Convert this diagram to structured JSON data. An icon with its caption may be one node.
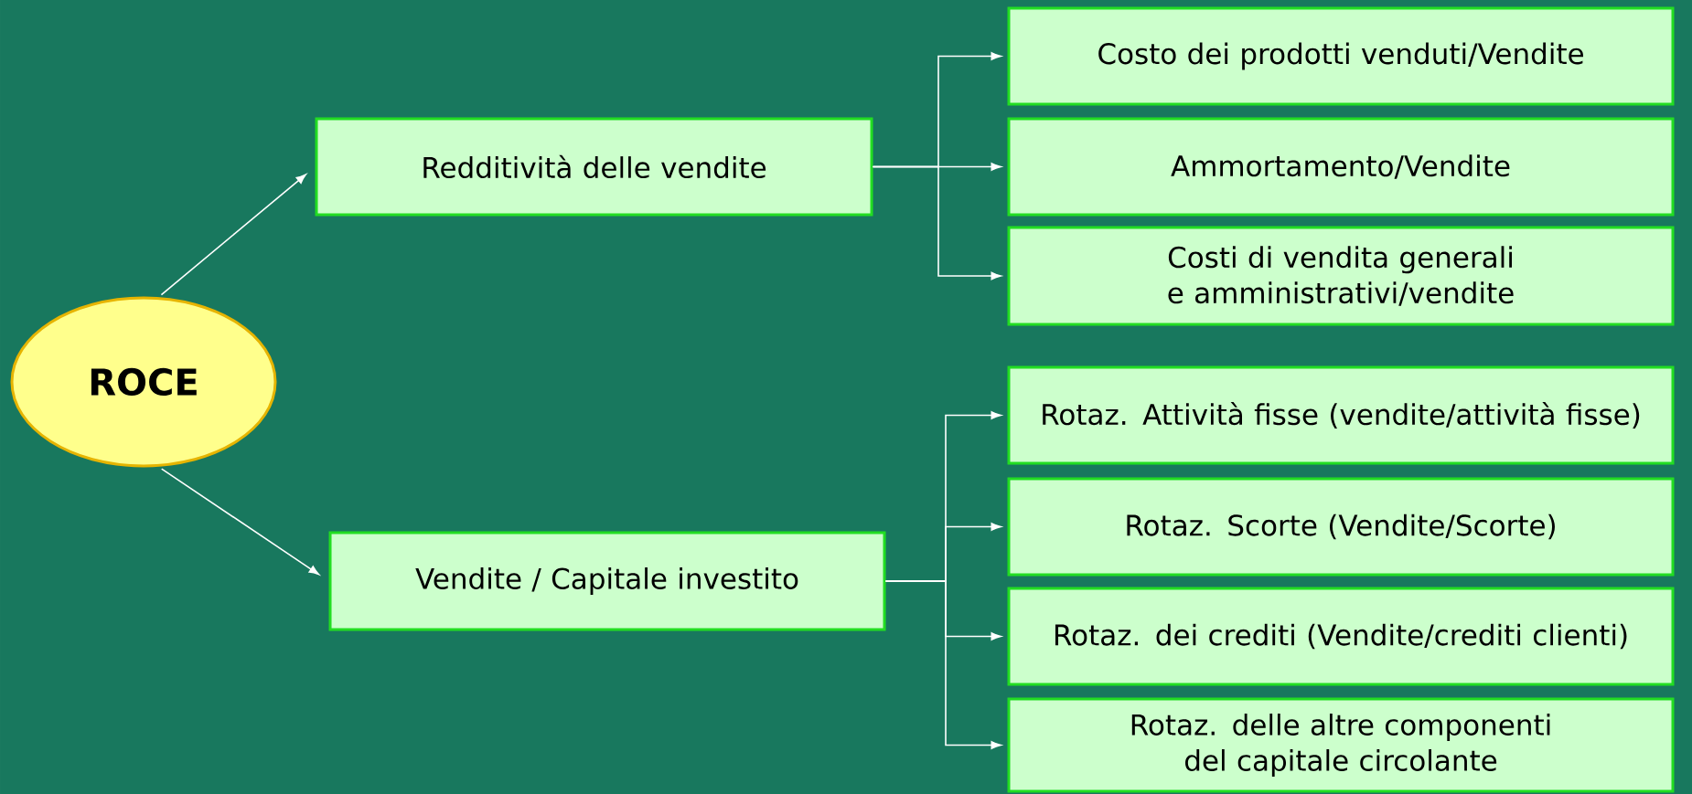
{
  "diagram": {
    "nodes": [
      {
        "text": [
          "ROCE"
        ]
      },
      {
        "text": [
          "Redditività delle vendite"
        ]
      },
      {
        "text": [
          "Vendite / Capitale investito"
        ]
      },
      {
        "text": [
          "Costo dei prodotti venduti/Vendite"
        ]
      },
      {
        "text": [
          "Ammortamento/Vendite"
        ]
      },
      {
        "text": [
          "Costi di vendita generali e amministrativi/vendite"
        ]
      },
      {
        "text": [
          "Rotaz. Attività fisse (vendite/attività fisse)"
        ]
      },
      {
        "text": [
          "Rotaz. Scorte (Vendite/Scorte)"
        ]
      },
      {
        "text": [
          "Rotaz. dei crediti (Vendite/crediti clienti)"
        ]
      },
      {
        "text": [
          "Rotaz. delle altre componenti del capitale circolante"
        ]
      }
    ],
    "edges": [
      {
        "from": 0,
        "to": 1,
        "arrow": "to"
      },
      {
        "from": 0,
        "to": 2,
        "arrow": "to"
      },
      {
        "from": 1,
        "to": 3,
        "arrow": "to"
      },
      {
        "from": 1,
        "to": 4,
        "arrow": "to"
      },
      {
        "from": 1,
        "to": 5,
        "arrow": "to"
      },
      {
        "from": 2,
        "to": 6,
        "arrow": "to"
      },
      {
        "from": 2,
        "to": 7,
        "arrow": "to"
      },
      {
        "from": 2,
        "to": 8,
        "arrow": "to"
      },
      {
        "from": 2,
        "to": 9,
        "arrow": "to"
      }
    ]
  }
}
